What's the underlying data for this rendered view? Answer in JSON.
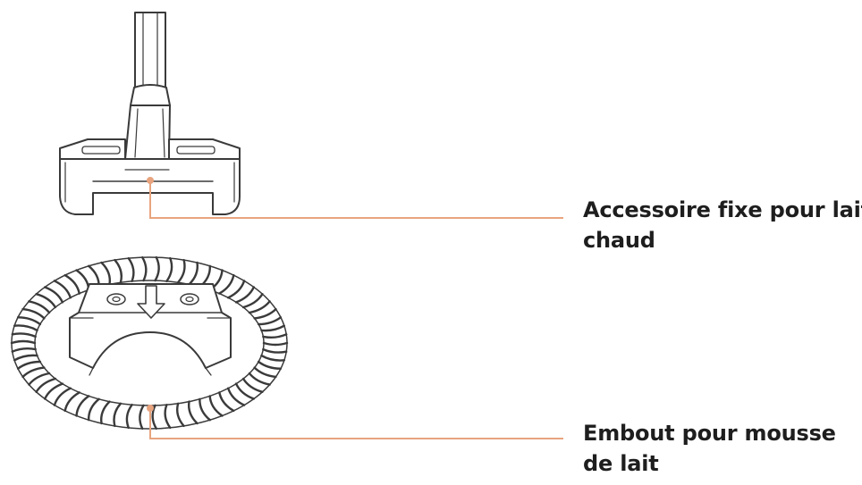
{
  "colors": {
    "callout_line": "#e8a47e",
    "outline": "#3a3a3a",
    "fill": "#ffffff",
    "label_text": "#1e1e1e"
  },
  "callouts": [
    {
      "id": "hot-milk-attachment",
      "line1": "Accessoire fixe pour lait",
      "line2": "chaud"
    },
    {
      "id": "froth-tip",
      "line1": "Embout pour mousse",
      "line2": "de lait"
    }
  ]
}
